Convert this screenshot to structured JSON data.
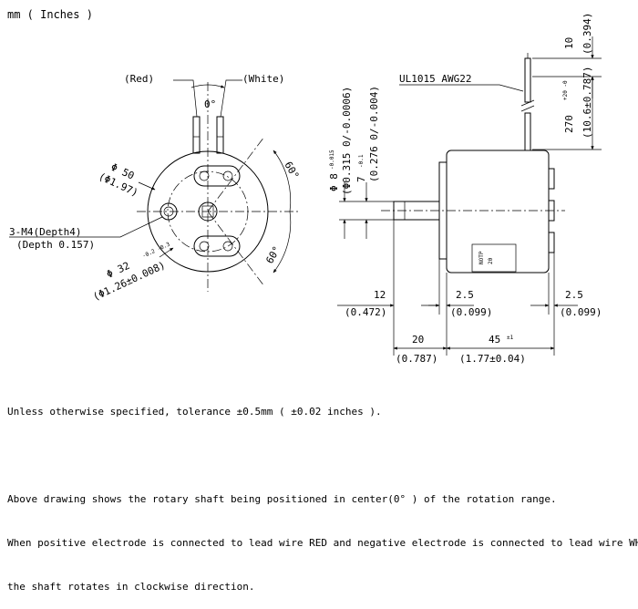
{
  "units_label": "mm ( Inches )",
  "front_view": {
    "lead_red": "(Red)",
    "lead_white": "(White)",
    "angle_zero": "0°",
    "angle_top": "60°",
    "angle_bottom": "60°",
    "dia_body_mm": "Φ 50",
    "dia_body_in": "(Φ1.97)",
    "holes_label": "3-M4(Depth4)",
    "holes_depth_in": "(Depth 0.157)",
    "pcd_mm": "Φ 32",
    "pcd_tol": "-0.2 -0.3",
    "pcd_in": "(Φ1.26±0.008)"
  },
  "side_view": {
    "shaft_dia_mm": "Φ 8",
    "shaft_dia_mm_tol": "-0.015",
    "shaft_dia_in": "(Φ0.315 0/-0.0006)",
    "flat_mm": "7",
    "flat_mm_tol": "-0.1",
    "flat_in": "(0.276 0/-0.004)",
    "wire_label": "UL1015 AWG22",
    "dim_10_mm": "10",
    "dim_10_in": "(0.394)",
    "dim_270_mm": "270",
    "dim_270_tol": "+20 -0",
    "dim_270_in": "(10.6±0.787)",
    "dim_12_mm": "12",
    "dim_12_in": "(0.472)",
    "dim_2_5_left_mm": "2.5",
    "dim_2_5_left_in": "(0.099)",
    "dim_2_5_right_mm": "2.5",
    "dim_2_5_right_in": "(0.099)",
    "dim_20_mm": "20",
    "dim_20_in": "(0.787)",
    "dim_45_mm": "45",
    "dim_45_tol": "±1",
    "dim_45_in": "(1.77±0.04)",
    "label_plate_line1": "NOTP",
    "label_plate_line2": "20"
  },
  "notes": [
    "Unless otherwise specified, tolerance ±0.5mm ( ±0.02 inches ).",
    "",
    "Above drawing shows the rotary shaft being positioned in center(0° ) of the rotation range.",
    "When positive electrode is connected to lead wire RED and negative electrode is connected to lead wire WHITE,",
    "the shaft rotates in clockwise direction."
  ]
}
